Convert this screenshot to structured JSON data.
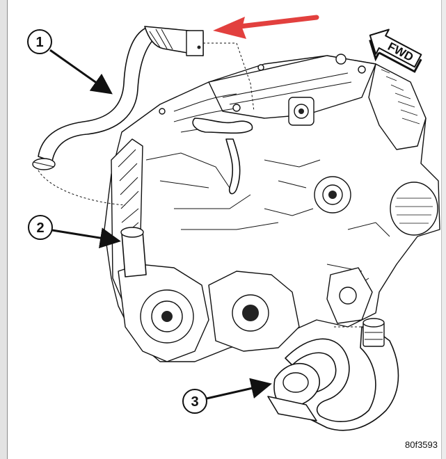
{
  "callouts": {
    "c1": "1",
    "c2": "2",
    "c3": "3"
  },
  "direction_indicator": {
    "label": "FWD"
  },
  "figure_id": "80f3593",
  "colors": {
    "highlight_arrow": "#e2403e",
    "linework": "#111111",
    "background": "#ffffff"
  }
}
